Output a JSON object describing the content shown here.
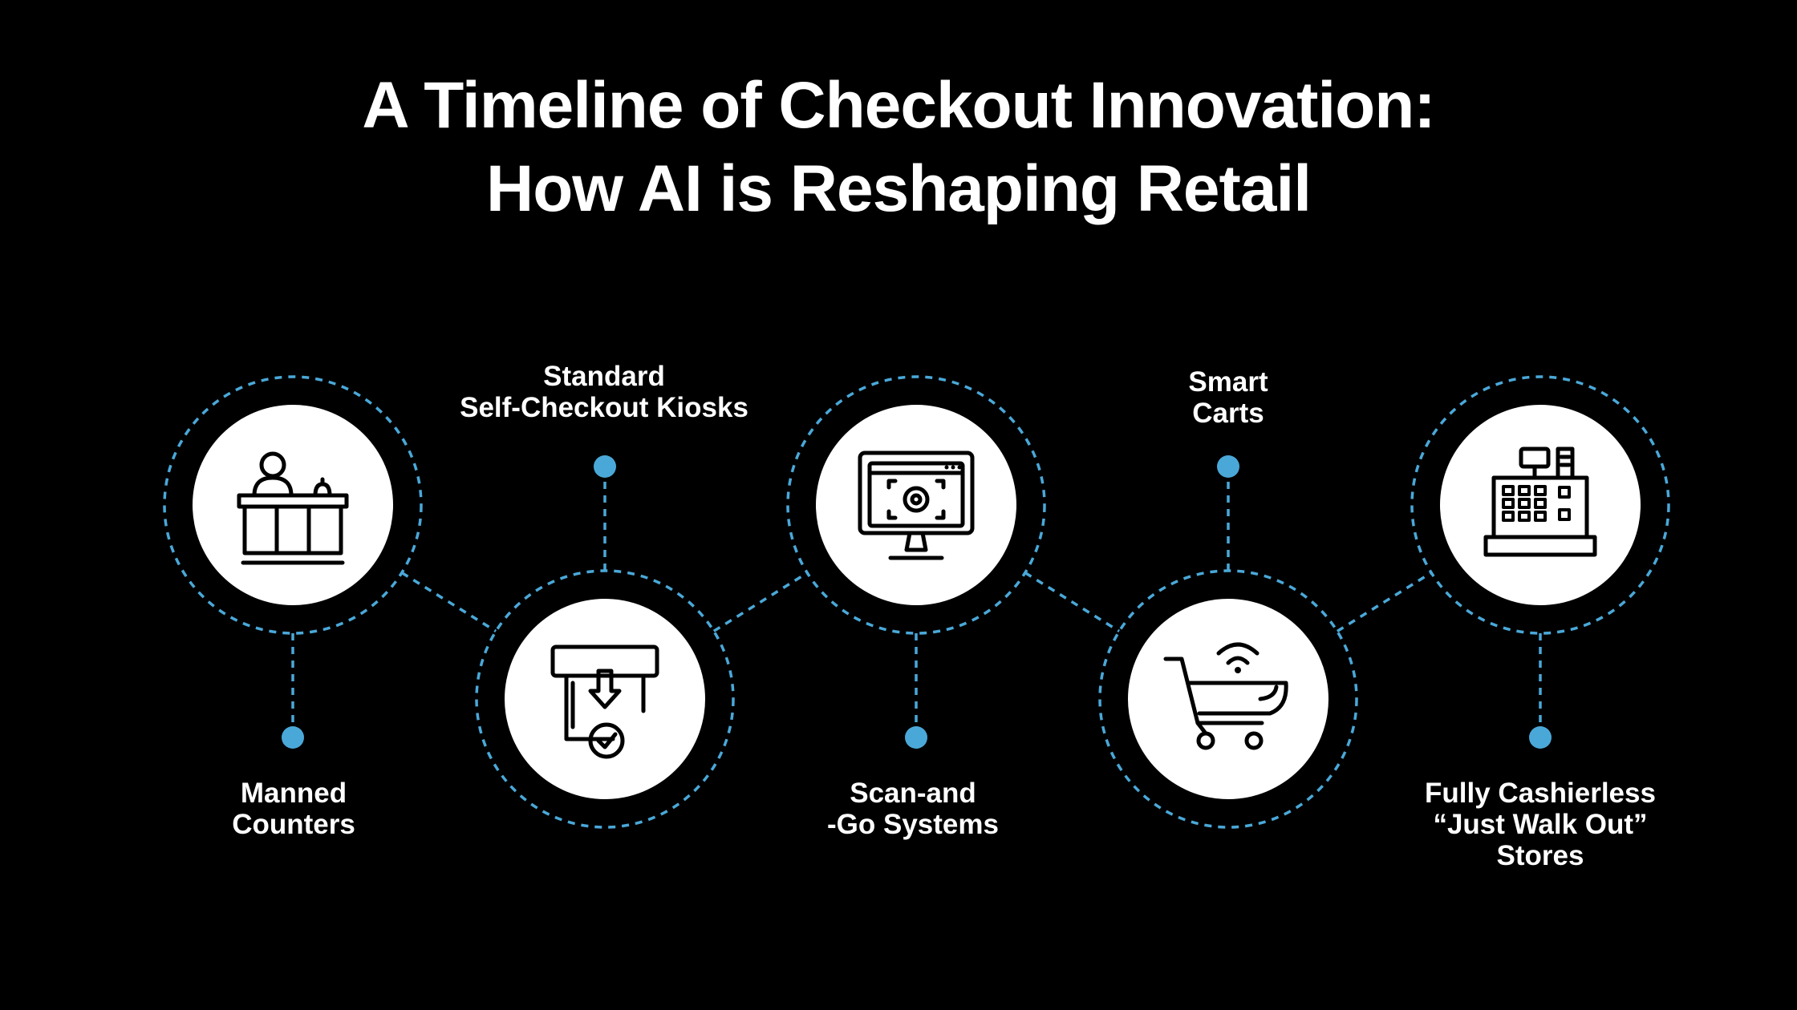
{
  "title": {
    "line1": "A Timeline of Checkout Innovation:",
    "line2": "How AI is Reshaping Retail"
  },
  "accent_color": "#4aa8d8",
  "background_color": "#000000",
  "stages": [
    {
      "icon": "cashier-counter-icon",
      "line1": "Manned",
      "line2": "Counters",
      "line3": ""
    },
    {
      "icon": "self-checkout-kiosk-icon",
      "line1": "Standard",
      "line2": "Self-Checkout Kiosks",
      "line3": ""
    },
    {
      "icon": "scan-monitor-icon",
      "line1": "Scan-and",
      "line2": "-Go Systems",
      "line3": ""
    },
    {
      "icon": "smart-cart-icon",
      "line1": "Smart",
      "line2": "Carts",
      "line3": ""
    },
    {
      "icon": "cash-register-icon",
      "line1": "Fully Cashierless",
      "line2": "“Just Walk Out”",
      "line3": "Stores"
    }
  ]
}
